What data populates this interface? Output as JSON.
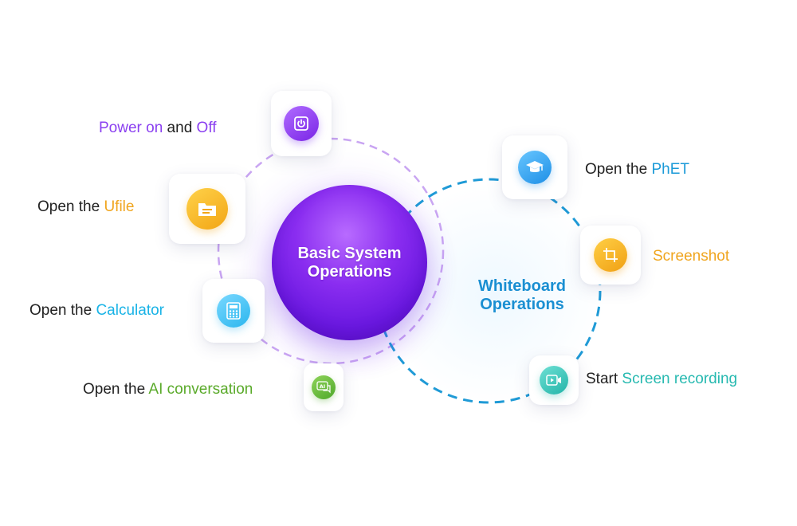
{
  "center": {
    "title": "Basic System Operations"
  },
  "whiteboard": {
    "title": "Whiteboard Operations"
  },
  "left_items": [
    {
      "icon": "power-icon",
      "parts": [
        "Power on",
        " and ",
        "Off"
      ]
    },
    {
      "icon": "folder-icon",
      "parts": [
        "Open the ",
        "Ufile"
      ]
    },
    {
      "icon": "calculator-icon",
      "parts": [
        "Open the ",
        "Calculator"
      ]
    },
    {
      "icon": "ai-chat-icon",
      "parts": [
        "Open the ",
        "AI conversation"
      ]
    }
  ],
  "right_items": [
    {
      "icon": "graduation-cap-icon",
      "parts": [
        "Open the ",
        "PhET"
      ]
    },
    {
      "icon": "screenshot-crop-icon",
      "parts": [
        "Screenshot"
      ]
    },
    {
      "icon": "screen-record-icon",
      "parts": [
        "Start ",
        "Screen recording"
      ]
    }
  ],
  "colors": {
    "purple": "#8a3ff0",
    "orange": "#f0a51e",
    "cyan": "#19b3e6",
    "green": "#5aaa2a",
    "blue": "#1a9ad8",
    "teal": "#26b9b0"
  }
}
